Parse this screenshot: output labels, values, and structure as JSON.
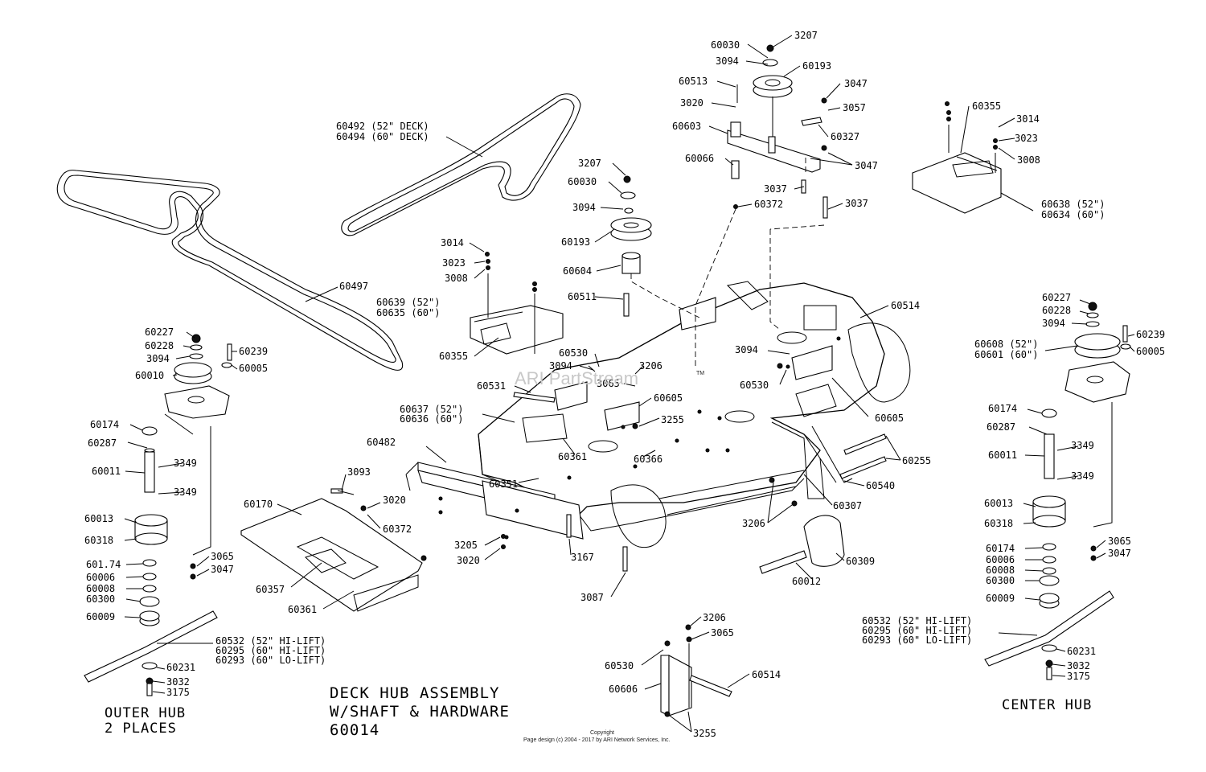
{
  "diagram": {
    "title_lines": [
      "DECK HUB ASSEMBLY",
      "W/SHAFT & HARDWARE",
      "60014"
    ],
    "outer_hub_caption": [
      "OUTER HUB",
      "2 PLACES"
    ],
    "center_hub_caption": "CENTER HUB",
    "copyright_lines": [
      "Copyright",
      "Page design (c) 2004 - 2017 by ARI Network Services, Inc."
    ],
    "watermark": "ARI PartStream",
    "watermark_tm": "TM"
  },
  "labels": {
    "l60492": "60492 (52\" DECK)",
    "l60494": "60494 (60\" DECK)",
    "l60497": "60497",
    "l60030a": "60030",
    "l3207a": "3207",
    "l3094a": "3094",
    "l60193a": "60193",
    "l60513": "60513",
    "l3047a": "3047",
    "l3020a": "3020",
    "l3057": "3057",
    "l60603": "60603",
    "l60327": "60327",
    "l3047b": "3047",
    "l60066": "60066",
    "l3037a": "3037",
    "l60372a": "60372",
    "l3037b": "3037",
    "l3207b": "3207",
    "l60030b": "60030",
    "l3094b": "3094",
    "l60193b": "60193",
    "l60604": "60604",
    "l60511": "60511",
    "l3014a": "3014",
    "l3023a": "3023",
    "l3008a": "3008",
    "l60639": "60639 (52\")",
    "l60635": "60635 (60\")",
    "l60355a": "60355",
    "l60530a": "60530",
    "l3094c": "3094",
    "l3206a": "3206",
    "l3065a": "3065",
    "l60605a": "60605",
    "l60531": "60531",
    "l3255a": "3255",
    "l60637": "60637 (52\")",
    "l60636": "60636 (60\")",
    "l60361a": "60361",
    "l60366": "60366",
    "l60482": "60482",
    "l60351": "60351",
    "l60355b": "60355",
    "l3014b": "3014",
    "l3023b": "3023",
    "l3008b": "3008",
    "l60638": "60638 (52\")",
    "l60634": "60634 (60\")",
    "l60514a": "60514",
    "l3094d": "3094",
    "l60530b": "60530",
    "l60605b": "60605",
    "l60255": "60255",
    "l60540": "60540",
    "l60307": "60307",
    "l3206b": "3206",
    "l60309": "60309",
    "l60012": "60012",
    "l60227a": "60227",
    "l60228a": "60228",
    "l3094e": "3094",
    "l60239a": "60239",
    "l60005a": "60005",
    "l60010": "60010",
    "l60174a": "60174",
    "l60287a": "60287",
    "l60011a": "60011",
    "l3349a": "3349",
    "l3349b": "3349",
    "l60013a": "60013",
    "l60318a": "60318",
    "l3065b": "3065",
    "l3047c": "3047",
    "l60174b": "601.74",
    "l60006a": "60006",
    "l60008a": "60008",
    "l60300a": "60300",
    "l60009a": "60009",
    "l60532a": "60532 (52\" HI-LIFT)",
    "l60295a": "60295 (60\" HI-LIFT)",
    "l60293a": "60293 (60\" LO-LIFT)",
    "l60231a": "60231",
    "l3032a": "3032",
    "l3175a": "3175",
    "l60170": "60170",
    "l3093": "3093",
    "l3020b": "3020",
    "l60372b": "60372",
    "l60357": "60357",
    "l60361b": "60361",
    "l3205": "3205",
    "l3020c": "3020",
    "l3167": "3167",
    "l3087": "3087",
    "l3206c": "3206",
    "l3065c": "3065",
    "l60530c": "60530",
    "l60606": "60606",
    "l60514b": "60514",
    "l3255b": "3255",
    "l60227b": "60227",
    "l60228b": "60228",
    "l3094f": "3094",
    "l60239b": "60239",
    "l60608": "60608 (52\")",
    "l60601": "60601 (60\")",
    "l60005b": "60005",
    "l60174c": "60174",
    "l60287b": "60287",
    "l60011b": "60011",
    "l3349c": "3349",
    "l3349d": "3349",
    "l60013b": "60013",
    "l60318b": "60318",
    "l3065d": "3065",
    "l3047d": "3047",
    "l60174d": "60174",
    "l60006b": "60006",
    "l60008b": "60008",
    "l60300b": "60300",
    "l60009b": "60009",
    "l60532b": "60532 (52\" HI-LIFT)",
    "l60295b": "60295 (60\" HI-LIFT)",
    "l60293b": "60293 (60\" LO-LIFT)",
    "l60231b": "60231",
    "l3032b": "3032",
    "l3175b": "3175"
  }
}
